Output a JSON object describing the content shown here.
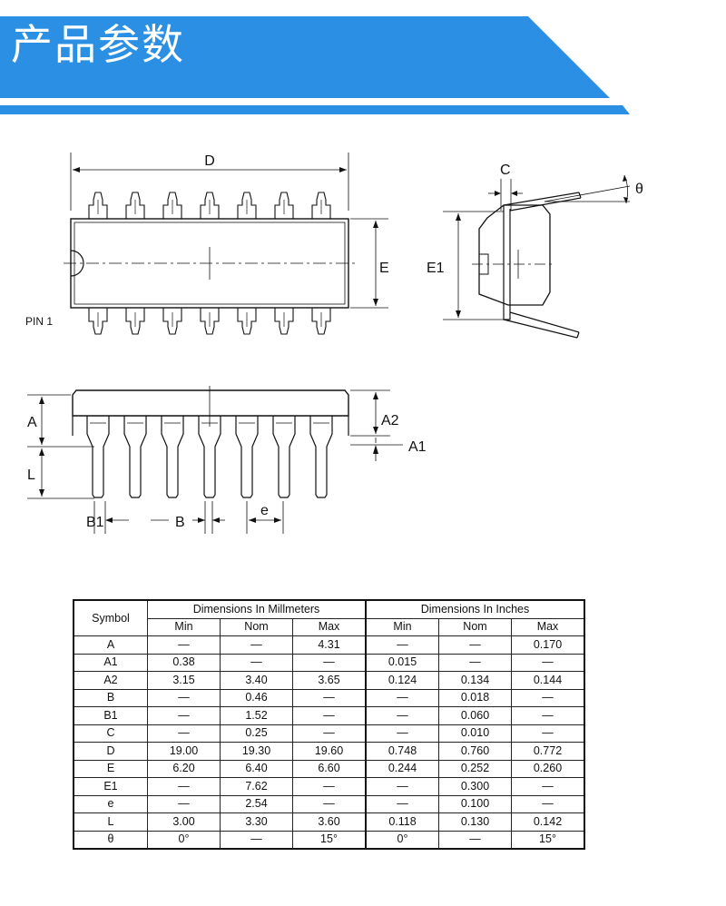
{
  "banner": {
    "title": "产品参数",
    "color": "#2b8fe3"
  },
  "drawing": {
    "labels": {
      "D": "D",
      "E": "E",
      "E1": "E1",
      "C": "C",
      "theta": "θ",
      "pin1": "PIN 1",
      "A": "A",
      "A1": "A1",
      "A2": "A2",
      "L": "L",
      "B1": "B1",
      "B": "B",
      "e": "e"
    }
  },
  "table": {
    "headers": {
      "symbol": "Symbol",
      "mm": "Dimensions In Millmeters",
      "inch": "Dimensions In Inches",
      "sub": [
        "Min",
        "Nom",
        "Max",
        "Min",
        "Nom",
        "Max"
      ]
    },
    "rows": [
      [
        "A",
        "—",
        "—",
        "4.31",
        "—",
        "—",
        "0.170"
      ],
      [
        "A1",
        "0.38",
        "—",
        "—",
        "0.015",
        "—",
        "—"
      ],
      [
        "A2",
        "3.15",
        "3.40",
        "3.65",
        "0.124",
        "0.134",
        "0.144"
      ],
      [
        "B",
        "—",
        "0.46",
        "—",
        "—",
        "0.018",
        "—"
      ],
      [
        "B1",
        "—",
        "1.52",
        "—",
        "—",
        "0.060",
        "—"
      ],
      [
        "C",
        "—",
        "0.25",
        "—",
        "—",
        "0.010",
        "—"
      ],
      [
        "D",
        "19.00",
        "19.30",
        "19.60",
        "0.748",
        "0.760",
        "0.772"
      ],
      [
        "E",
        "6.20",
        "6.40",
        "6.60",
        "0.244",
        "0.252",
        "0.260"
      ],
      [
        "E1",
        "—",
        "7.62",
        "—",
        "—",
        "0.300",
        "—"
      ],
      [
        "e",
        "—",
        "2.54",
        "—",
        "—",
        "0.100",
        "—"
      ],
      [
        "L",
        "3.00",
        "3.30",
        "3.60",
        "0.118",
        "0.130",
        "0.142"
      ],
      [
        "θ",
        "0°",
        "—",
        "15°",
        "0°",
        "—",
        "15°"
      ]
    ]
  }
}
